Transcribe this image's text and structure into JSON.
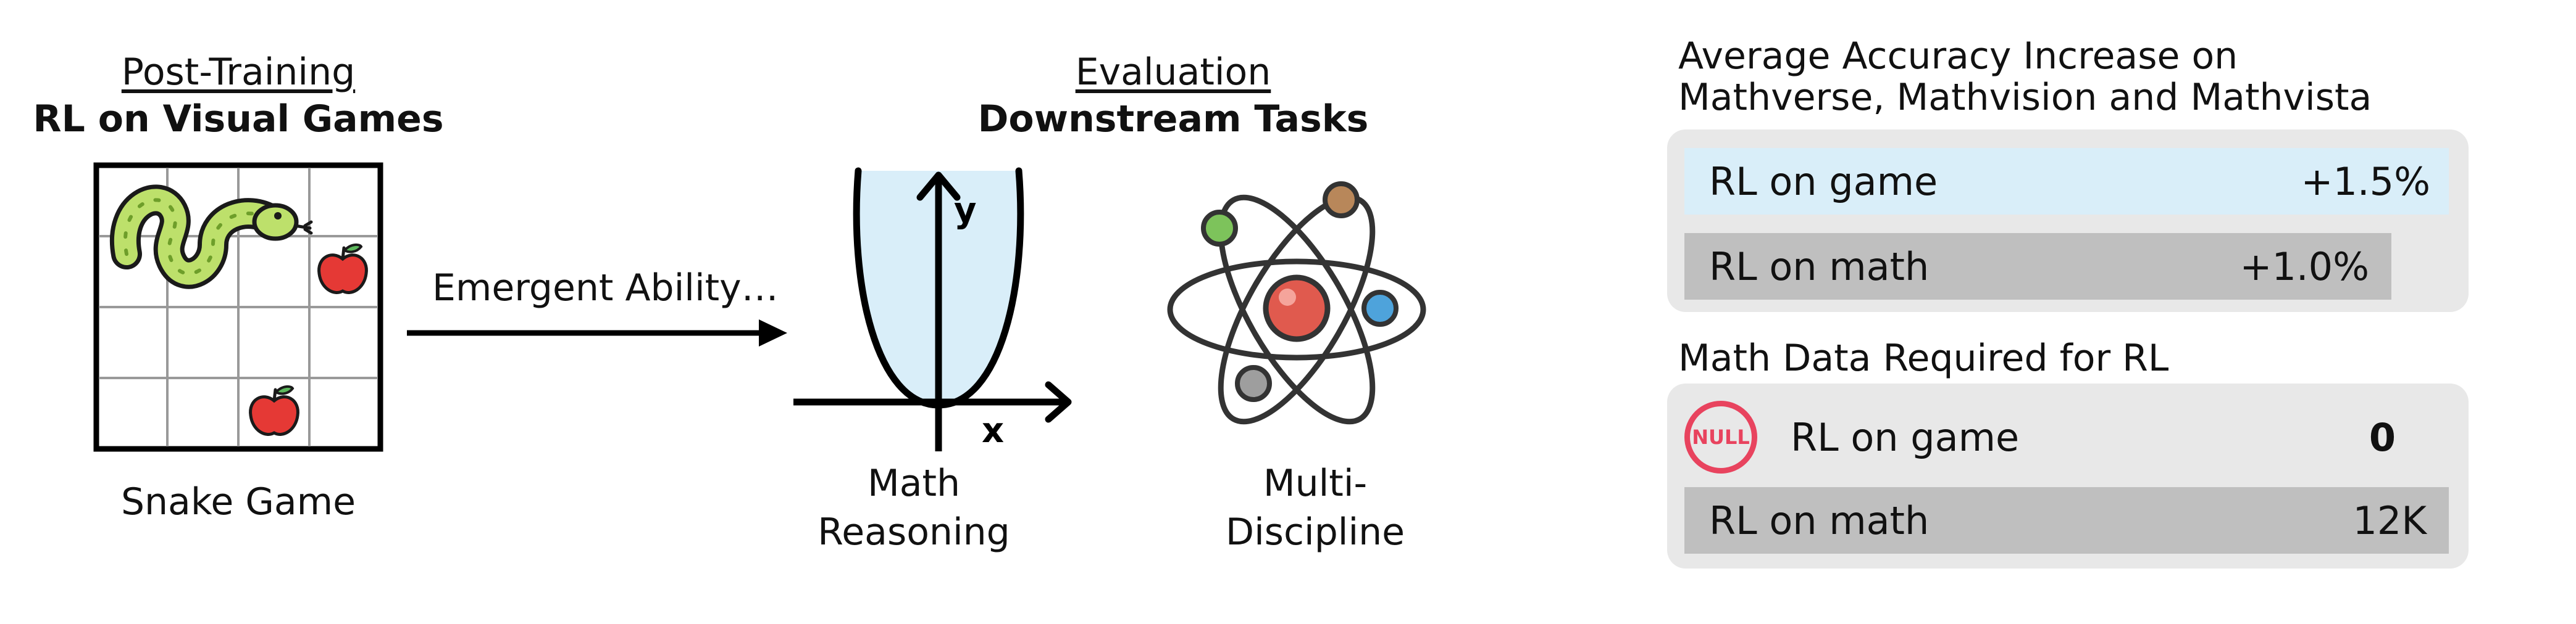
{
  "left": {
    "header_top": "Post-Training",
    "header_bold": "RL on Visual Games",
    "caption": "Snake Game"
  },
  "arrow": {
    "label": "Emergent Ability…"
  },
  "middle": {
    "header_top": "Evaluation",
    "header_bold": "Downstream Tasks",
    "axis_y": "y",
    "axis_x": "x",
    "caption_math_line1": "Math",
    "caption_math_line2": "Reasoning",
    "caption_multi_line1": "Multi-",
    "caption_multi_line2": "Discipline"
  },
  "accuracy": {
    "title_line1": "Average Accuracy Increase on",
    "title_line2": "Mathverse, Mathvision and Mathvista",
    "rows": [
      {
        "label": "RL on game",
        "value": "+1.5%",
        "fraction_of_panel": 1.0,
        "color": "#d9eef9"
      },
      {
        "label": "RL on math",
        "value": "+1.0%",
        "fraction_of_panel": 0.91,
        "color": "#bfbfbf"
      }
    ]
  },
  "math_data": {
    "title": "Math Data Required for RL",
    "badge": "NULL",
    "rows": [
      {
        "label": "RL on game",
        "value": "0"
      },
      {
        "label": "RL on math",
        "value": "12K",
        "color": "#bfbfbf"
      }
    ]
  },
  "colors": {
    "highlight_blue": "#d9eef9",
    "bar_gray": "#bfbfbf",
    "panel_gray": "#e8e8e8",
    "null_red": "#e8435e",
    "snake_green": "#bde06b",
    "apple_red": "#e53935"
  }
}
